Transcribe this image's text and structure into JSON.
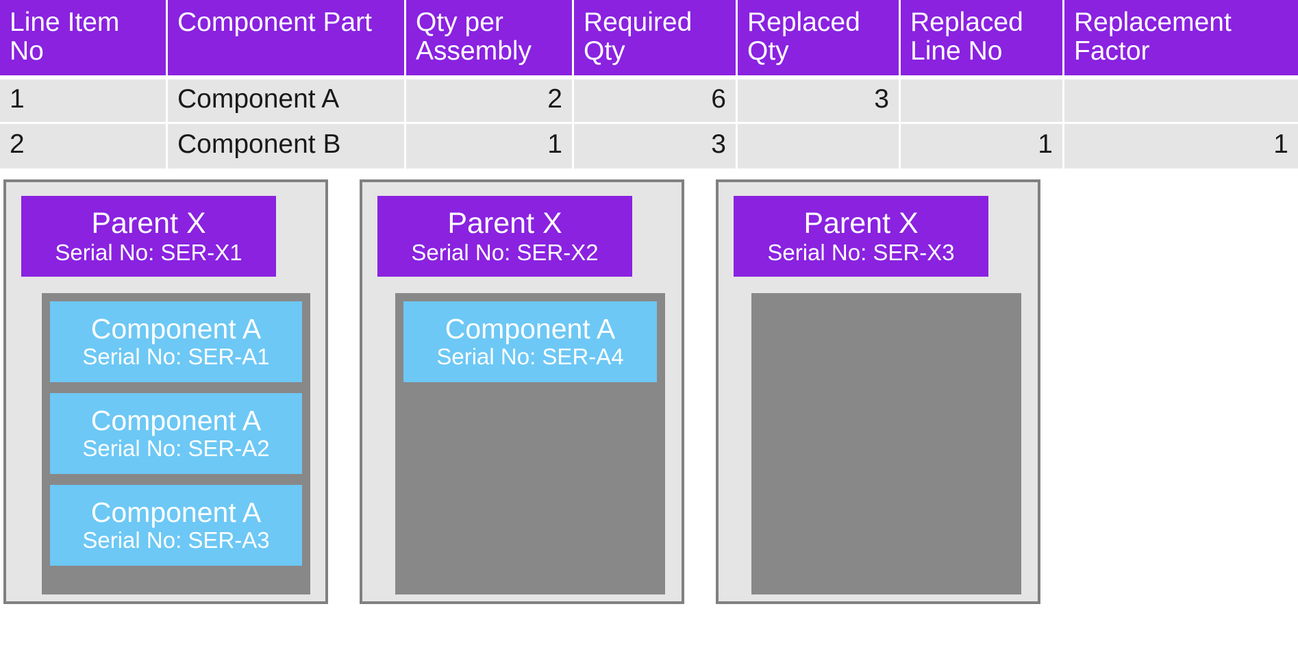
{
  "table": {
    "columns": [
      "Line Item No",
      "Component Part",
      "Qty per Assembly",
      "Required Qty",
      "Replaced Qty",
      "Replaced Line No",
      "Replacement Factor"
    ],
    "rows": [
      {
        "line_item_no": "1",
        "component_part": "Component A",
        "qty_per_assembly": "2",
        "required_qty": "6",
        "replaced_qty": "3",
        "replaced_line_no": "",
        "replacement_factor": ""
      },
      {
        "line_item_no": "2",
        "component_part": "Component B",
        "qty_per_assembly": "1",
        "required_qty": "3",
        "replaced_qty": "",
        "replaced_line_no": "1",
        "replacement_factor": "1"
      }
    ]
  },
  "diagram": {
    "panels": [
      {
        "parent_title": "Parent X",
        "parent_serial": "Serial No: SER-X1",
        "components": [
          {
            "title": "Component A",
            "serial": "Serial No: SER-A1"
          },
          {
            "title": "Component A",
            "serial": "Serial No: SER-A2"
          },
          {
            "title": "Component A",
            "serial": "Serial No: SER-A3"
          }
        ]
      },
      {
        "parent_title": "Parent X",
        "parent_serial": "Serial No: SER-X2",
        "components": [
          {
            "title": "Component A",
            "serial": "Serial No: SER-A4"
          }
        ]
      },
      {
        "parent_title": "Parent X",
        "parent_serial": "Serial No: SER-X3",
        "components": []
      }
    ]
  },
  "colors": {
    "accent_purple": "#8A22E0",
    "component_blue": "#6DC8F5",
    "panel_gray": "#E5E5E5",
    "slot_gray": "#888888",
    "border_gray": "#808080"
  }
}
